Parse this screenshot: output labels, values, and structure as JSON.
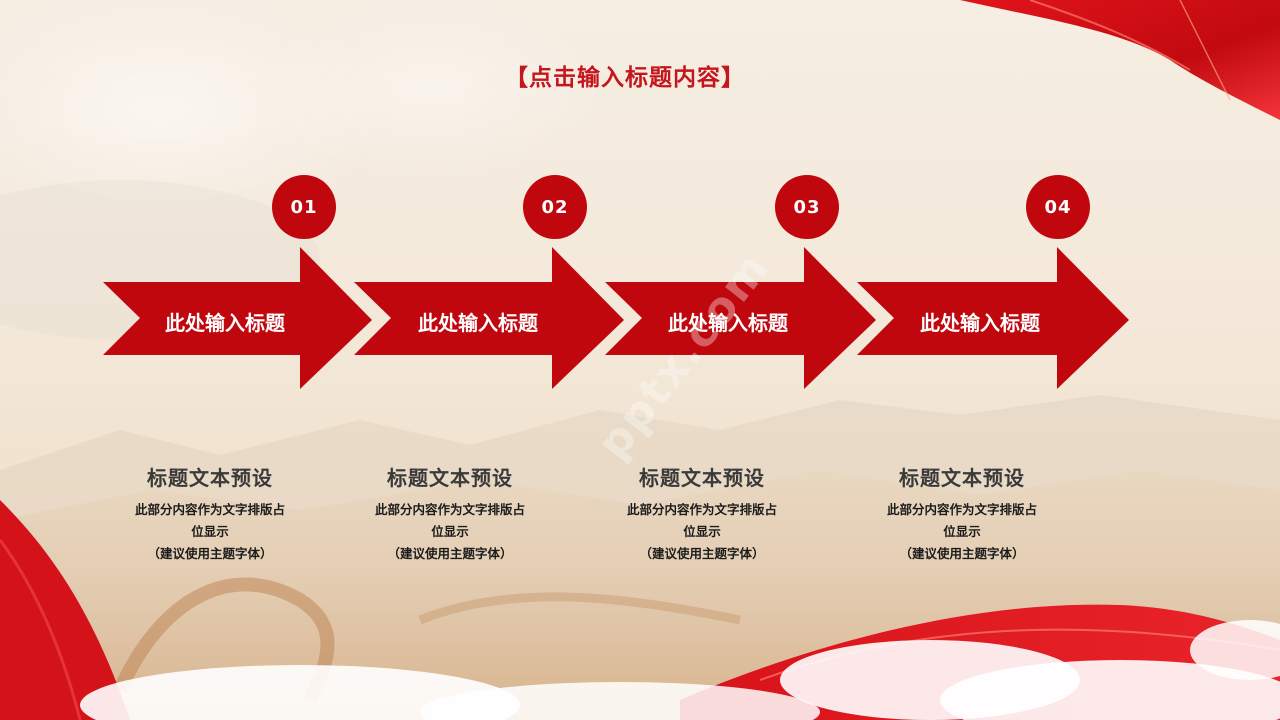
{
  "slide": {
    "title": "【点击输入标题内容】"
  },
  "steps": [
    {
      "number": "01",
      "arrow_label": "此处输入标题",
      "desc_title": "标题文本预设",
      "desc_line1": "此部分内容作为文字排版占",
      "desc_line2": "位显示",
      "desc_line3": "（建议使用主题字体）"
    },
    {
      "number": "02",
      "arrow_label": "此处输入标题",
      "desc_title": "标题文本预设",
      "desc_line1": "此部分内容作为文字排版占",
      "desc_line2": "位显示",
      "desc_line3": "（建议使用主题字体）"
    },
    {
      "number": "03",
      "arrow_label": "此处输入标题",
      "desc_title": "标题文本预设",
      "desc_line1": "此部分内容作为文字排版占",
      "desc_line2": "位显示",
      "desc_line3": "（建议使用主题字体）"
    },
    {
      "number": "04",
      "arrow_label": "此处输入标题",
      "desc_title": "标题文本预设",
      "desc_line1": "此部分内容作为文字排版占",
      "desc_line2": "位显示",
      "desc_line3": "（建议使用主题字体）"
    }
  ],
  "colors": {
    "accent_red": "#c0070e",
    "title_red": "#c4161c",
    "background": "#f4ebdf"
  },
  "watermark": {
    "text": "pptx.com"
  }
}
